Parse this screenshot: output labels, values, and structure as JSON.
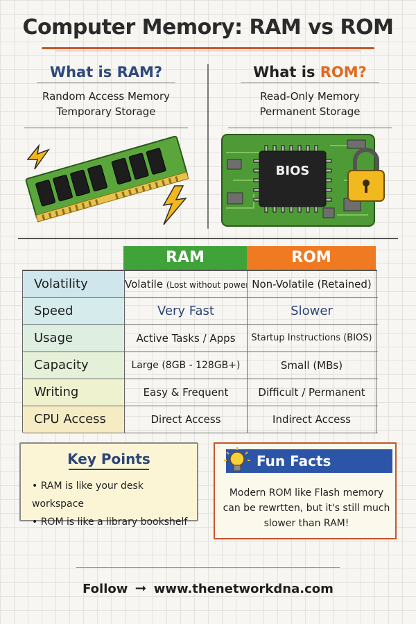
{
  "title": "Computer Memory: RAM vs ROM",
  "ram_section": {
    "heading": "What is RAM?",
    "line1": "Random Access Memory",
    "line2": "Temporary Storage"
  },
  "rom_section": {
    "heading_prefix": "What is ",
    "heading_highlight": "ROM?",
    "line1": "Read-Only Memory",
    "line2": "Permanent Storage",
    "chip_label": "BIOS"
  },
  "table": {
    "col_ram": "RAM",
    "col_rom": "ROM",
    "rows": [
      {
        "label": "Volatility",
        "ram": "Volatile",
        "ram_note": "(Lost without power)",
        "rom": "Non-Volatile (Retained)",
        "color": "#cfe7ec"
      },
      {
        "label": "Speed",
        "ram": "Very Fast",
        "ram_note": "",
        "rom": "Slower",
        "color": "#d6ecec"
      },
      {
        "label": "Usage",
        "ram": "Active Tasks / Apps",
        "ram_note": "",
        "rom": "Startup Instructions (BIOS)",
        "color": "#deefe2"
      },
      {
        "label": "Capacity",
        "ram": "Large (8GB - 128GB+)",
        "ram_note": "",
        "rom": "Small (MBs)",
        "color": "#e5f0d8"
      },
      {
        "label": "Writing",
        "ram": "Easy & Frequent",
        "ram_note": "",
        "rom": "Difficult / Permanent",
        "color": "#eef2cf"
      },
      {
        "label": "CPU Access",
        "ram": "Direct Access",
        "ram_note": "",
        "rom": "Indirect Access",
        "color": "#f6ecc4"
      }
    ]
  },
  "key_points": {
    "heading": "Key Points",
    "items": [
      "• RAM is like your desk workspace",
      "• ROM is like a library bookshelf"
    ]
  },
  "fun_facts": {
    "heading": "Fun Facts",
    "text": "Modern ROM like Flash memory can be rewrtten, but it's still much slower than RAM!"
  },
  "footer": {
    "follow": "Follow",
    "arrow": "➞",
    "url": "www.thenetworkdna.com"
  },
  "colors": {
    "ram_green": "#3fa33a",
    "rom_orange": "#ef7a22",
    "navy": "#2d4578",
    "accent_red": "#c4572b"
  }
}
